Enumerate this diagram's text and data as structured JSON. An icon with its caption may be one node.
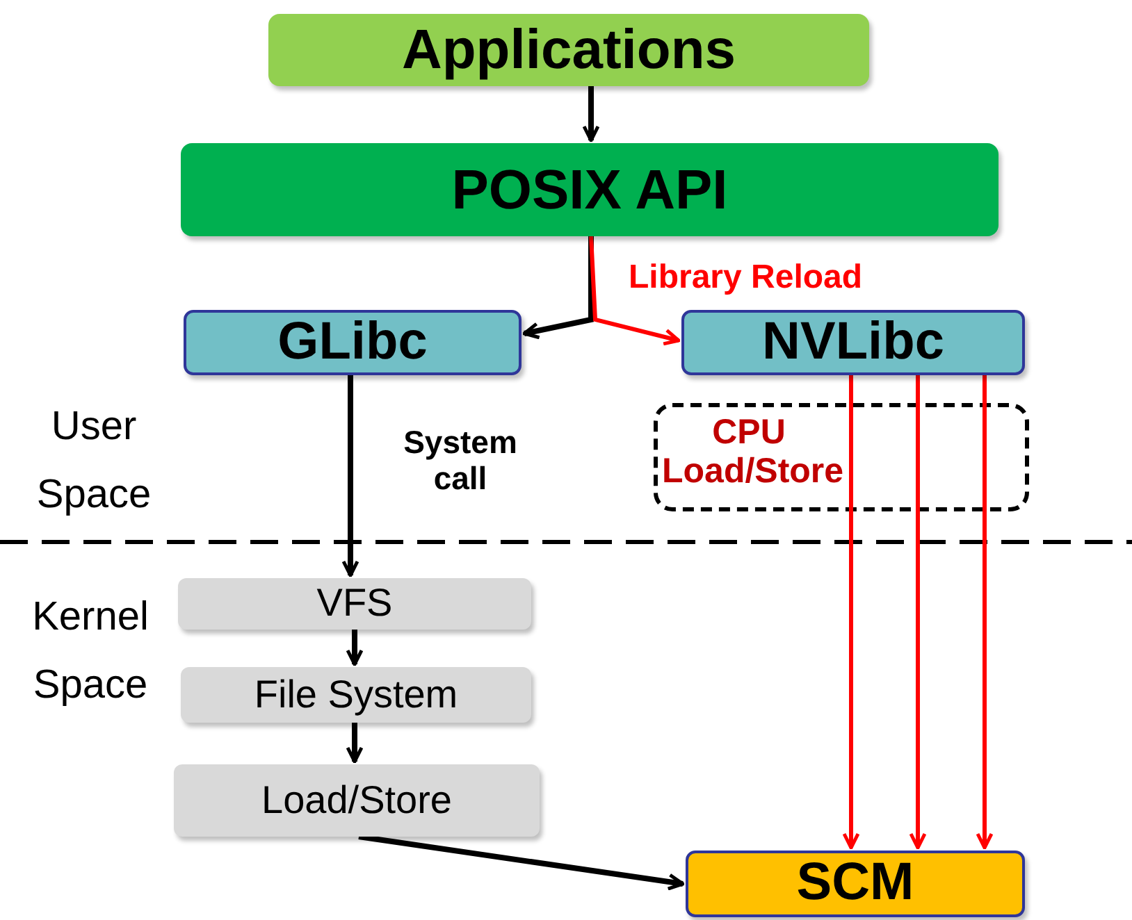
{
  "diagram": {
    "nodes": [
      {
        "text": [
          "Applications"
        ]
      },
      {
        "text": [
          "POSIX API"
        ]
      },
      {
        "text": [
          "GLibc"
        ]
      },
      {
        "text": [
          "NVLibc"
        ]
      },
      {
        "text": [
          "VFS"
        ]
      },
      {
        "text": [
          "File System"
        ]
      },
      {
        "text": [
          "Load/Store"
        ]
      },
      {
        "text": [
          "SCM"
        ]
      }
    ],
    "edges": [
      {
        "from": 0,
        "to": 1,
        "arrow": "to"
      },
      {
        "from": 1,
        "to": 2,
        "arrow": "to"
      },
      {
        "from": 1,
        "to": 3,
        "arrow": "to",
        "label": "Library Reload",
        "color": "#ff0000"
      },
      {
        "from": 2,
        "to": 4,
        "arrow": "to",
        "label": "System call"
      },
      {
        "from": 4,
        "to": 5,
        "arrow": "to"
      },
      {
        "from": 5,
        "to": 6,
        "arrow": "to"
      },
      {
        "from": 6,
        "to": 7,
        "arrow": "to"
      },
      {
        "from": 3,
        "to": 7,
        "arrow": "to",
        "color": "#ff0000"
      },
      {
        "from": 3,
        "to": 7,
        "arrow": "to",
        "color": "#ff0000"
      },
      {
        "from": 3,
        "to": 7,
        "arrow": "to",
        "color": "#ff0000"
      }
    ],
    "labels": [
      "User Space",
      "CPU Load/Store",
      "Kernel Space"
    ]
  }
}
